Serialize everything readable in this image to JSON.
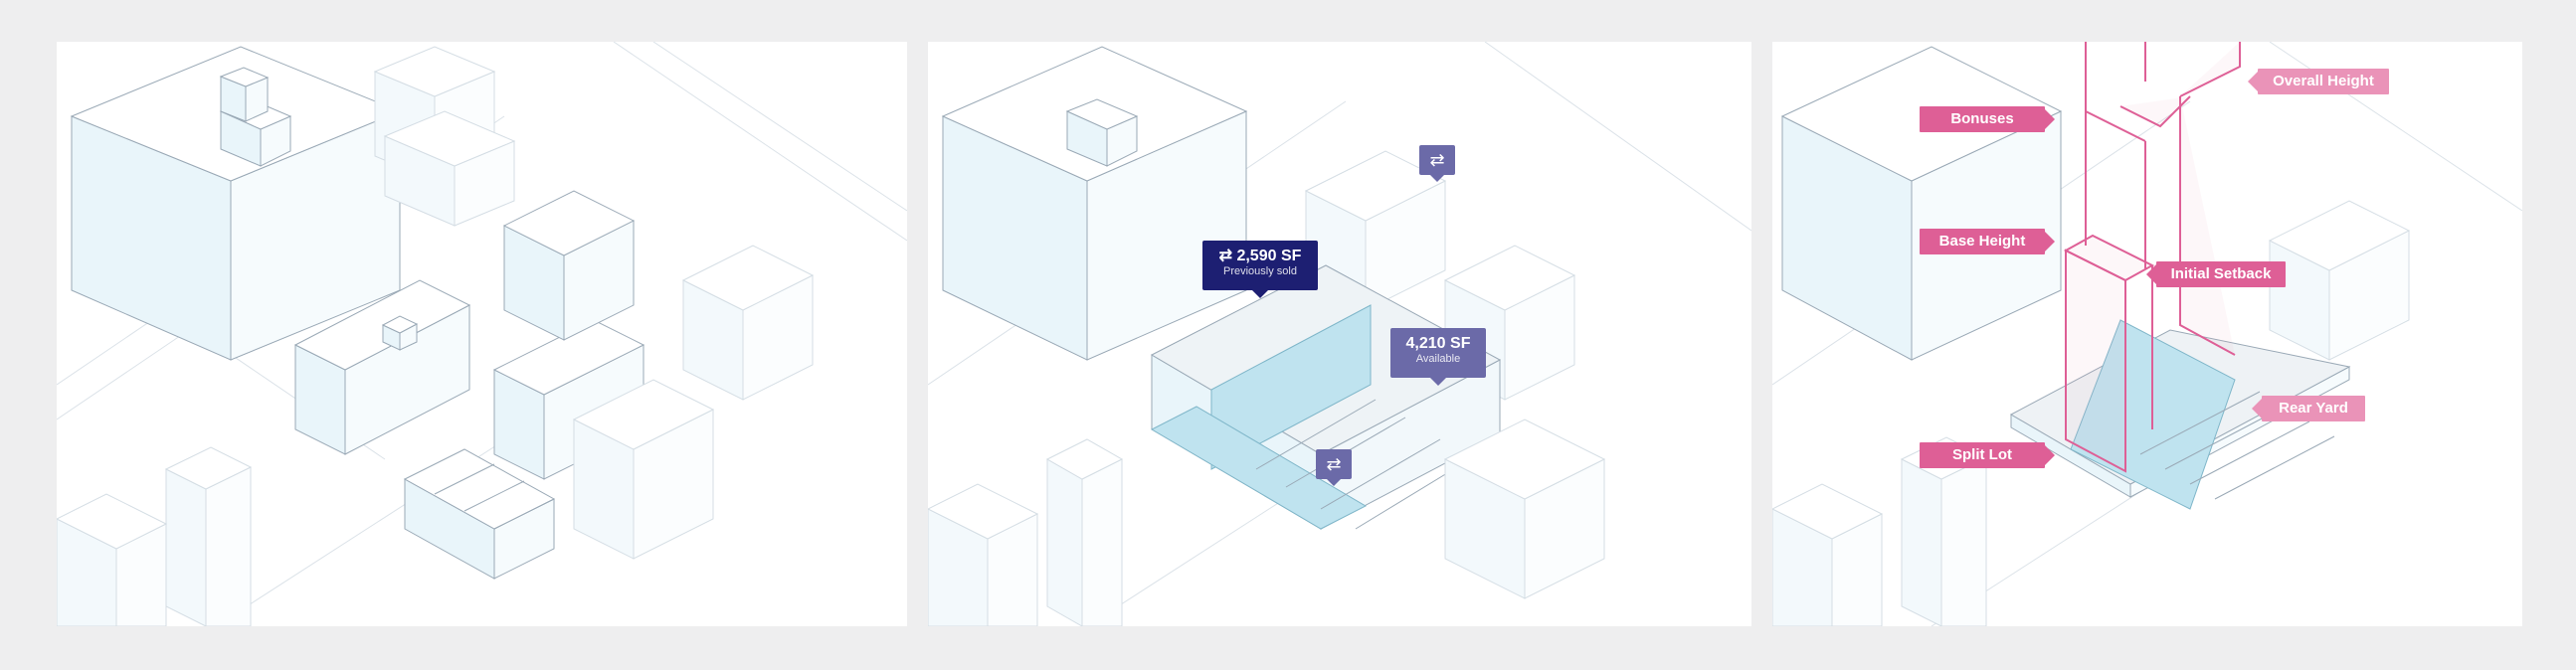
{
  "colors": {
    "background": "#eeeeef",
    "sold_tag": "#1d1f72",
    "available_tag": "#6b6aa8",
    "lot_highlight": "#bfe3ef",
    "zoning_pink": "#de5f96",
    "zoning_pink_light": "#ea93b8"
  },
  "panel_b": {
    "sold": {
      "icon": "swap-icon",
      "value": "2,590 SF",
      "caption": "Previously sold"
    },
    "available": {
      "value": "4,210 SF",
      "caption": "Available"
    },
    "swap_markers": [
      "swap-icon",
      "swap-icon"
    ]
  },
  "panel_c": {
    "labels": {
      "bonuses": "Bonuses",
      "base_height": "Base Height",
      "split_lot": "Split Lot",
      "overall_height": "Overall Height",
      "initial_setback": "Initial Setback",
      "rear_yard": "Rear Yard"
    }
  }
}
